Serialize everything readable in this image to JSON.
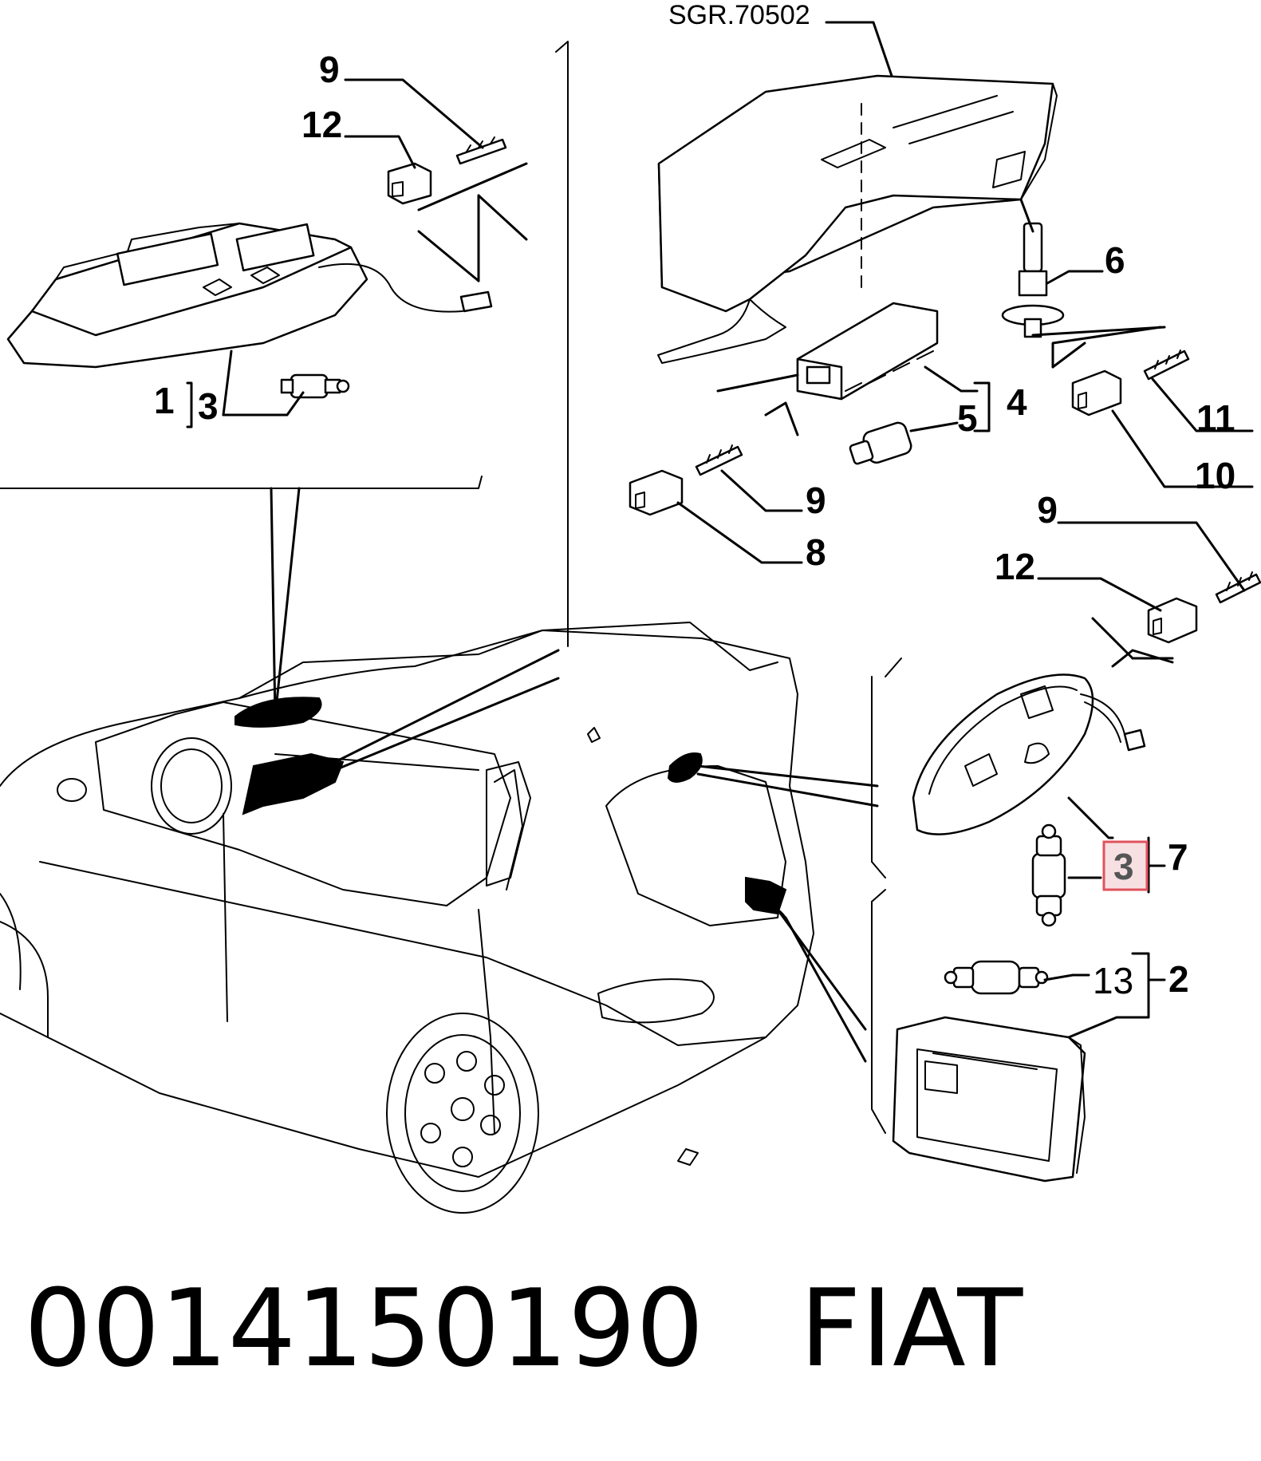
{
  "group_ref": "SGR.70502",
  "callouts": {
    "top_left_9": "9",
    "top_left_12": "12",
    "top_left_1": "1",
    "top_left_3": "3",
    "top_right_6": "6",
    "top_right_4": "4",
    "top_right_5": "5",
    "top_right_11": "11",
    "top_right_10": "10",
    "mid_9": "9",
    "mid_8": "8",
    "right_9": "9",
    "right_12": "12",
    "right_7": "7",
    "right_3_highlighted": "3",
    "right_2": "2",
    "right_13": "13"
  },
  "highlight_color": "#e0525c",
  "footer": {
    "part_number": "0014150190",
    "brand": "FIAT"
  }
}
